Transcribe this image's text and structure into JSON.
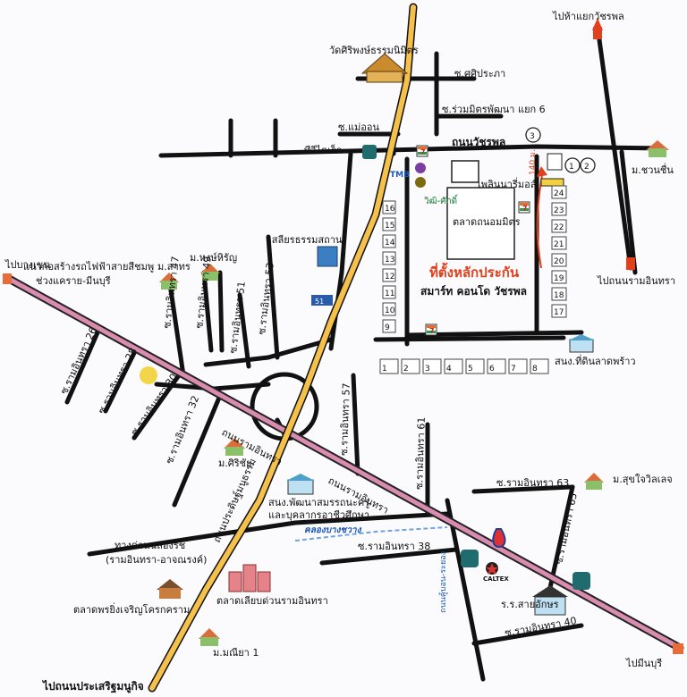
{
  "labels": {
    "to_wat_charaphon": "ไปห้าแยกวัชรพล",
    "wat_siriphong": "วัดศิริพงษ์ธรรมนิมิตร",
    "soi_siprapha": "ซ.ศศิประภา",
    "soi_ruammit": "ซ.ร่วมมิตรพัฒนา แยก 6",
    "soi_maeon": "ซ.แม่ออน",
    "tv_direct": "ทีวีไดเร็ก",
    "road_watcharaphon": "ถนนวัชรพล",
    "tmb": "TMB",
    "plearnary": "เพลินนารี่มอล์",
    "m_khonchuen": "ม.ชวนชื่น",
    "uni_sak": "วิฒิ-ศักดิ์",
    "talad_thanon": "ตลาดถนอมมิตร",
    "landmark_title": "ที่ตั้งหลักประกัน",
    "landmark_sub": "สมาร์ท คอนโด วัชรพล",
    "dist": "140 ม.",
    "saliang": "เสลียรธรรมสถาน",
    "to_ramintra_right": "ไปถนนรามอินทรา",
    "m_nongharin": "ม.หงษ์หิรัญ",
    "m_sakon": "ม.สาทร",
    "monorail_1": "แนวก่อสร้างรถไฟฟ้าสายสีชมพู",
    "monorail_2": "ช่วงแคราย-มีนบุรี",
    "to_bangkhen": "ไปบางเขน",
    "snong_thidin": "สนง.ที่ดินลาดพร้าว",
    "road_ramintra_1": "ถนนรามอินทรา",
    "road_ramintra_2": "ถนนรามอินทรา",
    "m_sirichai": "ม.ศิริชัย",
    "snong_phatthana": "สนง.พัฒนาสมรรถนะครู",
    "snong_phatthana2": "และบุคลากรอาชีวศึกษา",
    "khlong": "คลองบางชวาง",
    "m_suksawlet": "ม.สุขใจวิลเลจ",
    "expressway_1": "ทางด่วนฉลองรัช",
    "expressway_2": "(รามอินทรา-อาจณรงค์)",
    "talad_phon": "ตลาดพรยิ่งเจริญโครกคราม",
    "talad_liap": "ตลาดเลียบด่วนรามอินทรา",
    "caltex": "CALTEX",
    "rr_saiaksorn": "ร.ร.สายอักษร",
    "m_manya": "ม.มณียา 1",
    "to_prasert": "ไปถนนประเสริฐมนูกิจ",
    "to_minburi": "ไปมีนบุรี",
    "road_prasert": "ถนนประดิษฐ์มนูธรรม",
    "road_khubon": "ถนนคู้บอน-ระยอง",
    "soi_ram47": "ซ.รามอินทรา 47",
    "soi_ram49": "ซ.รามอินทรา 49",
    "soi_ram51": "ซ.รามอินทรา 51",
    "soi_ram53": "ซ.รามอินทรา 53",
    "soi_ram26": "ซ.รามอินทรา 26",
    "soi_ram28": "ซ.รามอินทรา 28",
    "soi_ram30": "ซ.รามอินทรา 30",
    "soi_ram32": "ซ.รามอินทรา 32",
    "soi_ram57": "ซ.รามอินทรา 57",
    "soi_ram61": "ซ.รามอินทรา 61",
    "soi_ram63": "ซ.รามอินทรา 63",
    "soi_ram65": "ซ.รามอินทรา 65",
    "soi_ram38": "ซ.รามอินทรา 38",
    "soi_ram40": "ซ.รามอินทรา 40",
    "sign_51": "51"
  },
  "markers": {
    "m1": "1",
    "m2": "2",
    "m3": "3",
    "seven_eleven": "7"
  },
  "market_left_numbers": [
    "16",
    "15",
    "14",
    "13",
    "12",
    "11",
    "10",
    "9"
  ],
  "market_right_numbers": [
    "24",
    "23",
    "22",
    "21",
    "20",
    "19",
    "18",
    "17"
  ],
  "market_bottom_numbers": [
    "1",
    "2",
    "3",
    "4",
    "5",
    "6",
    "7",
    "8"
  ],
  "colors": {
    "road": "#111111",
    "highway": "#f5c14a",
    "monorail": "#c86a8e",
    "landmark": "#e0401c",
    "canal": "#1d57b8"
  }
}
